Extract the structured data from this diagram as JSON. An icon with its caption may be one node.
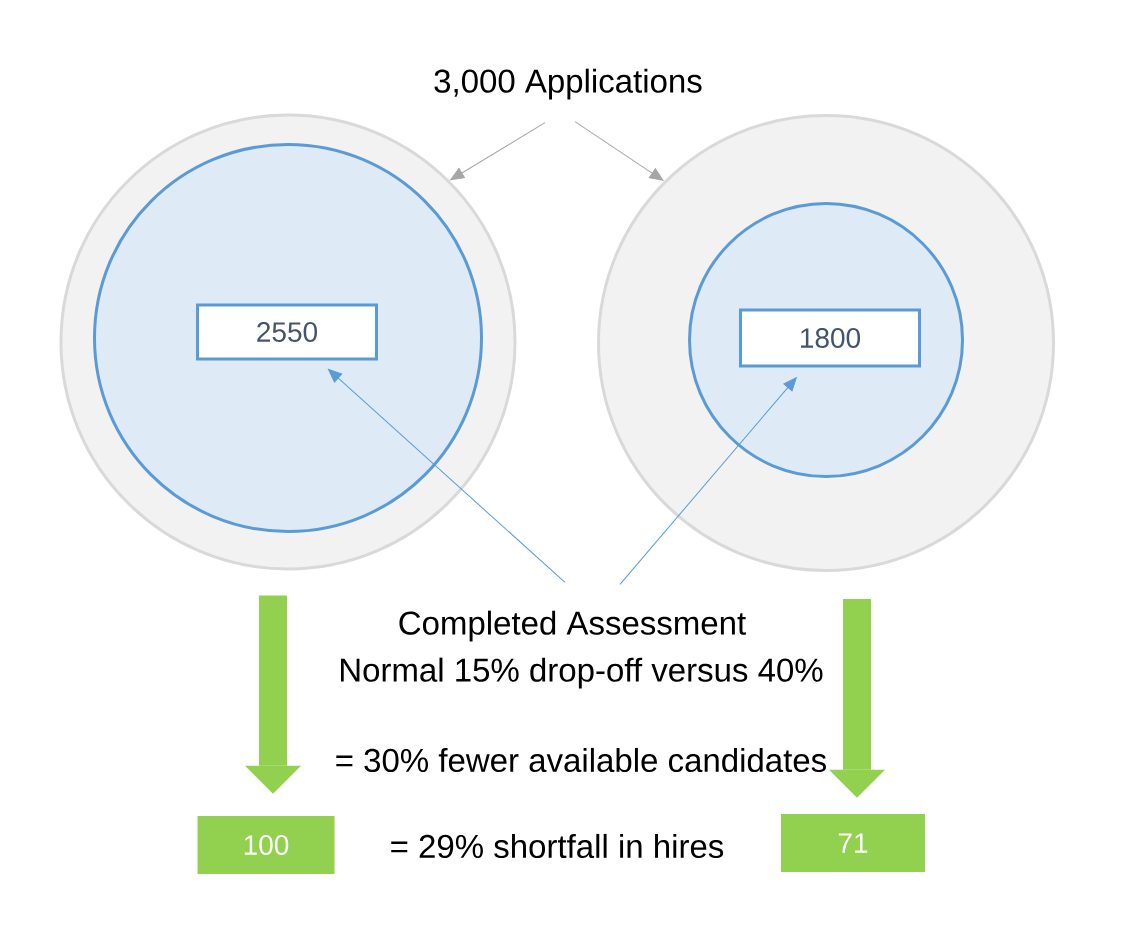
{
  "diagram": {
    "nodes": [
      {
        "text": [
          "3,000 Applications"
        ]
      },
      {
        "text": [],
        "shape": "circle"
      },
      {
        "text": [],
        "shape": "circle",
        "in": 1
      },
      {
        "text": [
          "2550"
        ],
        "in": 2
      },
      {
        "text": [],
        "shape": "circle"
      },
      {
        "text": [],
        "shape": "circle",
        "in": 4
      },
      {
        "text": [
          "1800"
        ],
        "in": 5
      },
      {
        "text": [
          "Completed Assessment"
        ]
      },
      {
        "text": [
          "100"
        ]
      },
      {
        "text": [
          "71"
        ]
      }
    ],
    "edges": [
      {
        "from": 0,
        "to": 1,
        "arrow": "to",
        "color": "#a6a6a6"
      },
      {
        "from": 0,
        "to": 4,
        "arrow": "to",
        "color": "#a6a6a6"
      },
      {
        "from": 7,
        "to": 3,
        "arrow": "to",
        "color": "#5b9bd5"
      },
      {
        "from": 7,
        "to": 6,
        "arrow": "to",
        "color": "#5b9bd5"
      },
      {
        "from": 1,
        "to": 8,
        "arrow": "to",
        "style": "thick",
        "color": "#92d050"
      },
      {
        "from": 4,
        "to": 9,
        "arrow": "to",
        "style": "thick",
        "color": "#92d050"
      }
    ],
    "labels": [
      "Normal 15% drop-off versus 40%",
      "= 30% fewer available candidates",
      "= 29% shortfall in hires"
    ]
  }
}
